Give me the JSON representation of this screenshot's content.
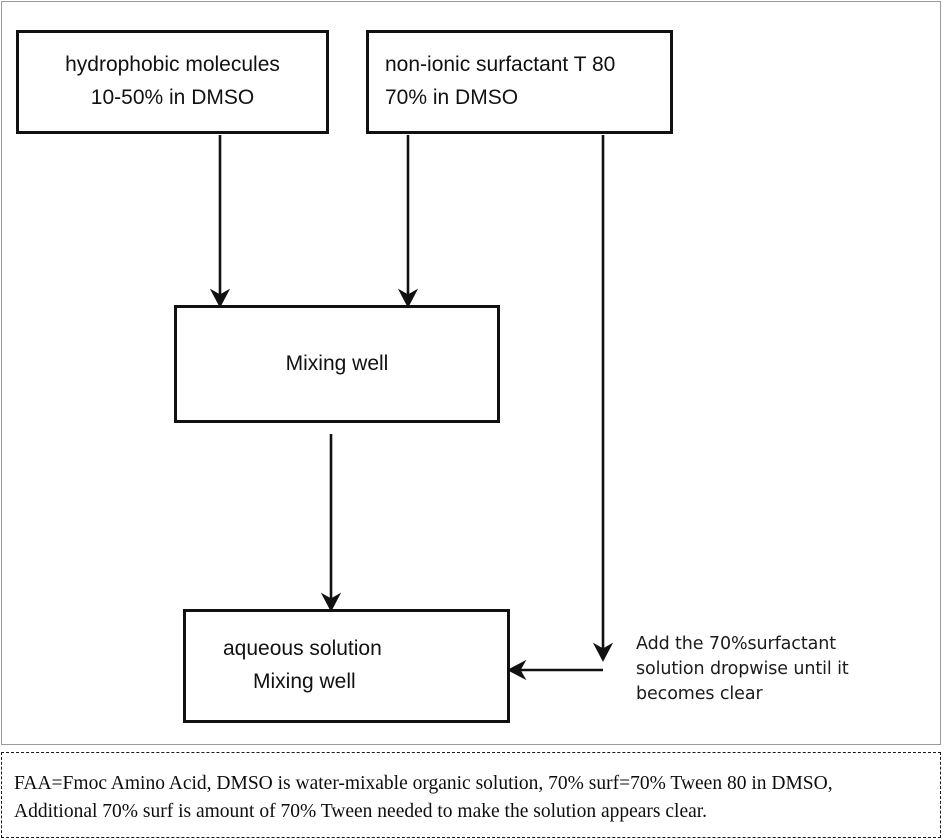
{
  "diagram": {
    "type": "flowchart",
    "title": "",
    "nodes": [
      {
        "id": "hydrophobic",
        "lines": [
          "hydrophobic molecules",
          "10-50% in DMSO"
        ],
        "align": "center"
      },
      {
        "id": "surfactant",
        "lines": [
          "non-ionic surfactant T 80",
          "70% in DMSO"
        ],
        "align": "left"
      },
      {
        "id": "mixing_well",
        "lines": [
          "Mixing well"
        ],
        "align": "center"
      },
      {
        "id": "aqueous",
        "lines": [
          "aqueous solution",
          "Mixing well"
        ],
        "align": "left"
      }
    ],
    "edges": [
      {
        "from": "hydrophobic",
        "to": "mixing_well",
        "label": ""
      },
      {
        "from": "surfactant",
        "to": "mixing_well",
        "label": ""
      },
      {
        "from": "mixing_well",
        "to": "aqueous",
        "label": ""
      },
      {
        "from": "surfactant",
        "to": "aqueous",
        "label": "Add the 70%surfactant solution dropwise until it becomes clear"
      }
    ],
    "annotation": {
      "line1": "Add the 70%surfactant",
      "line2": "solution dropwise until it",
      "line3": "becomes clear"
    },
    "colors": {
      "box_border": "#111111",
      "arrow": "#111111",
      "panel_border": "#9a9a9a",
      "text": "#111111"
    }
  },
  "footer": {
    "line1": "FAA=Fmoc Amino Acid, DMSO is water-mixable organic solution, 70% surf=70% Tween 80 in DMSO,",
    "line2": "Additional 70% surf is amount of 70% Tween needed to make the solution appears clear."
  }
}
